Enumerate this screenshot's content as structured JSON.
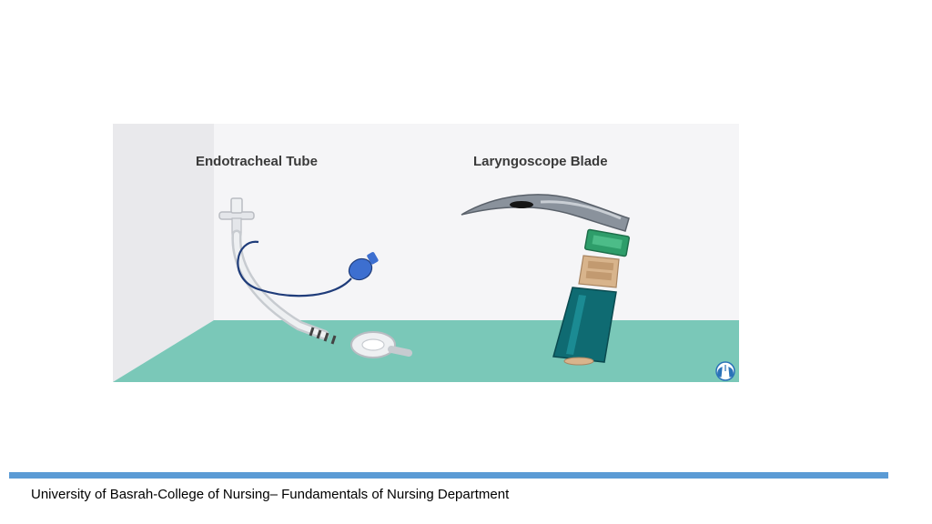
{
  "figure": {
    "tube_label": "Endotracheal Tube",
    "blade_label": "Laryngoscope Blade",
    "icons": [
      "endotracheal-tube-icon",
      "laryngoscope-blade-icon",
      "lungs-logo-icon"
    ],
    "colors": {
      "floor": "#7ac8b8",
      "wall": "#f5f5f7",
      "handle": "#0f6b72",
      "grip": "#d8b48c",
      "clamp": "#2e9d6a",
      "blade": "#7d8590",
      "pilot_balloon": "#3d6fd0"
    }
  },
  "footer": {
    "text": "University of Basrah-College of Nursing– Fundamentals of Nursing Department",
    "rule_color": "#5b9bd5"
  }
}
